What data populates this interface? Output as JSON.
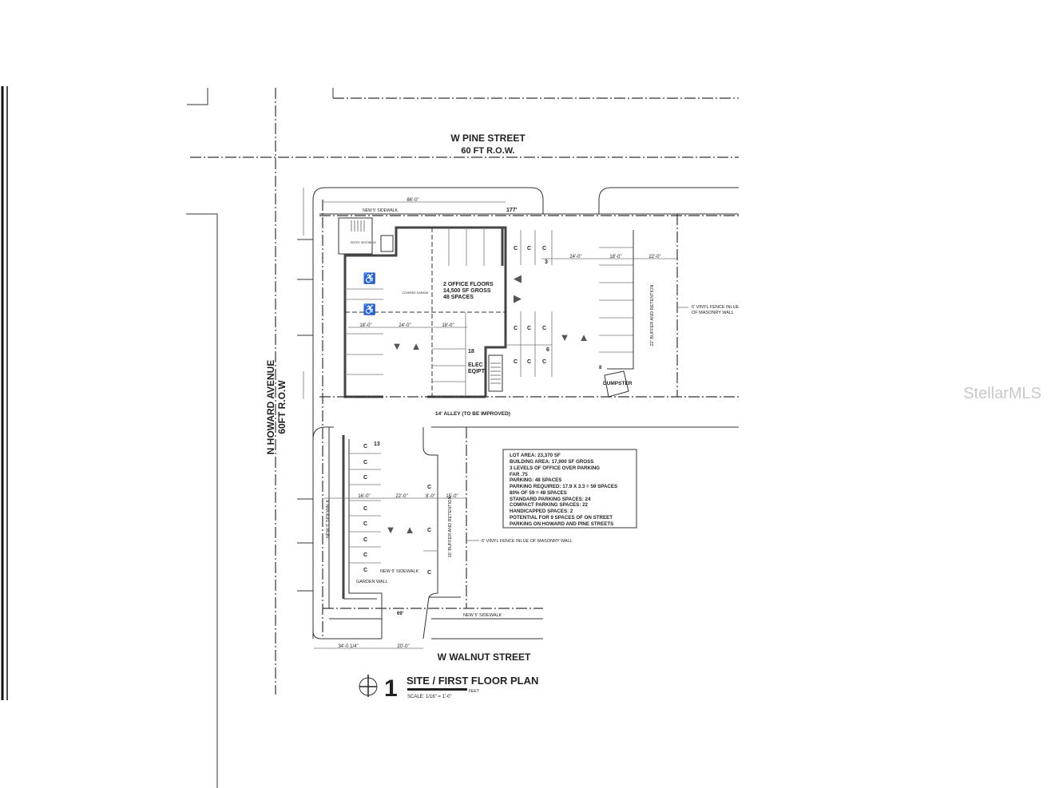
{
  "streets": {
    "north": "W PINE STREET",
    "north_row": "60 FT R.O.W.",
    "west": "N HOWARD AVENUE",
    "west_row": "60FT R.O.W",
    "south": "W WALNUT STREET",
    "alley": "14' ALLEY (TO BE IMPROVED)"
  },
  "building": {
    "label_lines": [
      "2 OFFICE FLOORS",
      "14,500 SF GROSS",
      "48 SPACES"
    ],
    "covered_label": "COVERED GARAGE",
    "lobby_label": "ENTRY VESTIBULE",
    "elec_lines": [
      "ELEC",
      "EQIPT"
    ],
    "count_18": "18"
  },
  "labels": {
    "sidewalk": "NEW 5' SIDEWALK",
    "dumpster": "DUMPSTER",
    "buffer_22": "22' BUFFER AND RETENTION",
    "buffer_15": "15' BUFFER AND RETENTION",
    "fence_lines": [
      "6' VINYL FENCE INLUE",
      "OF MASONRY WALL"
    ],
    "fence_south": "6' VINYL FENCE INLUE OF MASONRY WALL",
    "garden_wall": "GARDEN WALL",
    "compact": "C",
    "count_3": "3",
    "count_6": "6",
    "count_8": "8",
    "count_13": "13"
  },
  "dimensions": {
    "top_86": "86'-0\"",
    "top_177": "177'",
    "d18a": "18'-0\"",
    "d24a": "24'-0\"",
    "d18b": "18'-0\"",
    "r24": "24'-0\"",
    "r18": "18'-0\"",
    "r22": "22'-0\"",
    "l16": "16'-0\"",
    "l22": "22'-0\"",
    "l8": "8'-0\"",
    "l15": "15'-0\"",
    "s69": "69'",
    "b34": "34'-0 1/4\"",
    "b20": "20'-0\""
  },
  "site_data": [
    "LOT AREA: 23,370 SF",
    "BUILDING AREA: 17,900 SF GROSS",
    "3 LEVELS OF OFFICE OVER PARKING",
    "FAR .75",
    "PARKING: 48 SPACES",
    "PARKING REQUIRED: 17.9 X 3.3 = 59 SPACES",
    "80% OF 59 = 48 SPACES",
    "STANDARD PARKING SPACES: 24",
    "COMPACT PARKING SPACES: 22",
    "HANDICAPPED SPACES: 2",
    "POTENTIAL FOR 9 SPACES OF ON STREET",
    "PARKING ON HOWARD AND PINE STREETS"
  ],
  "title_block": {
    "number": "1",
    "title": "SITE / FIRST FLOOR PLAN",
    "scale": "SCALE: 1/16\" = 1'-0\"",
    "scale_unit": "FEET"
  },
  "watermark": "StellarMLS"
}
